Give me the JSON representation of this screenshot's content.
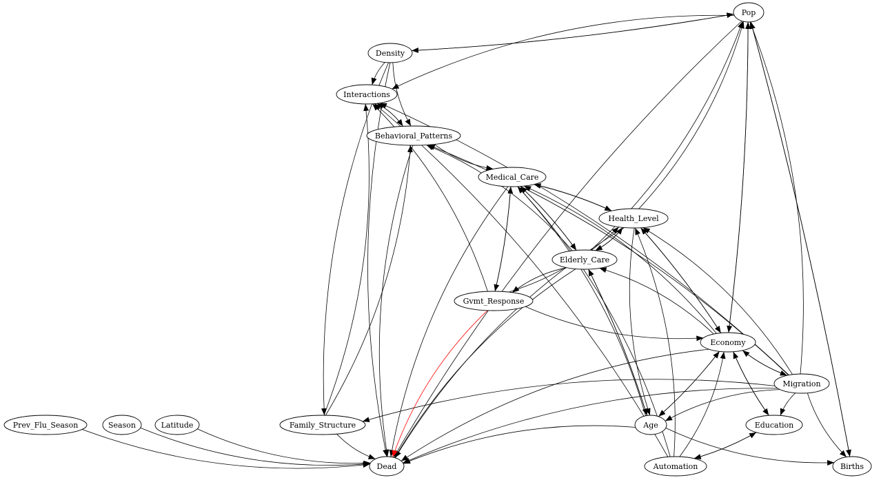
{
  "nodes": {
    "Pop": "Pop",
    "Density": "Density",
    "Interactions": "Interactions",
    "Behavioral_Patterns": "Behavioral_Patterns",
    "Medical_Care": "Medical_Care",
    "Health_Level": "Health_Level",
    "Elderly_Care": "Elderly_Care",
    "Gvmt_Response": "Gvmt_Response",
    "Economy": "Economy",
    "Migration": "Migration",
    "Age": "Age",
    "Education": "Education",
    "Family_Structure": "Family_Structure",
    "Prev_Flu_Season": "Prev_Flu_Season",
    "Season": "Season",
    "Latitude": "Latitude",
    "Dead": "Dead",
    "Automation": "Automation",
    "Births": "Births"
  },
  "highlight_color": "#ff0000",
  "edges": [
    [
      "Pop",
      "Density"
    ],
    [
      "Density",
      "Pop"
    ],
    [
      "Pop",
      "Interactions"
    ],
    [
      "Pop",
      "Dead"
    ],
    [
      "Pop",
      "Economy"
    ],
    [
      "Economy",
      "Pop"
    ],
    [
      "Pop",
      "Births"
    ],
    [
      "Births",
      "Pop"
    ],
    [
      "Density",
      "Interactions"
    ],
    [
      "Density",
      "Behavioral_Patterns"
    ],
    [
      "Density",
      "Dead"
    ],
    [
      "Density",
      "Family_Structure"
    ],
    [
      "Interactions",
      "Behavioral_Patterns"
    ],
    [
      "Behavioral_Patterns",
      "Interactions"
    ],
    [
      "Behavioral_Patterns",
      "Medical_Care"
    ],
    [
      "Behavioral_Patterns",
      "Dead"
    ],
    [
      "Medical_Care",
      "Health_Level"
    ],
    [
      "Health_Level",
      "Medical_Care"
    ],
    [
      "Medical_Care",
      "Elderly_Care"
    ],
    [
      "Elderly_Care",
      "Medical_Care"
    ],
    [
      "Medical_Care",
      "Gvmt_Response"
    ],
    [
      "Gvmt_Response",
      "Medical_Care"
    ],
    [
      "Medical_Care",
      "Dead"
    ],
    [
      "Health_Level",
      "Pop"
    ],
    [
      "Health_Level",
      "Elderly_Care"
    ],
    [
      "Elderly_Care",
      "Health_Level"
    ],
    [
      "Health_Level",
      "Age"
    ],
    [
      "Health_Level",
      "Economy"
    ],
    [
      "Economy",
      "Health_Level"
    ],
    [
      "Health_Level",
      "Dead"
    ],
    [
      "Elderly_Care",
      "Pop"
    ],
    [
      "Elderly_Care",
      "Gvmt_Response"
    ],
    [
      "Elderly_Care",
      "Behavioral_Patterns"
    ],
    [
      "Elderly_Care",
      "Age"
    ],
    [
      "Age",
      "Elderly_Care"
    ],
    [
      "Elderly_Care",
      "Dead"
    ],
    [
      "Gvmt_Response",
      "Interactions"
    ],
    [
      "Gvmt_Response",
      "Health_Level"
    ],
    [
      "Gvmt_Response",
      "Economy"
    ],
    [
      "Gvmt_Response",
      "Dead"
    ],
    [
      "Economy",
      "Medical_Care"
    ],
    [
      "Economy",
      "Elderly_Care"
    ],
    [
      "Economy",
      "Migration"
    ],
    [
      "Migration",
      "Economy"
    ],
    [
      "Economy",
      "Age"
    ],
    [
      "Age",
      "Economy"
    ],
    [
      "Economy",
      "Education"
    ],
    [
      "Education",
      "Economy"
    ],
    [
      "Economy",
      "Dead"
    ],
    [
      "Migration",
      "Pop"
    ],
    [
      "Migration",
      "Interactions"
    ],
    [
      "Migration",
      "Behavioral_Patterns"
    ],
    [
      "Migration",
      "Health_Level"
    ],
    [
      "Migration",
      "Family_Structure"
    ],
    [
      "Migration",
      "Age"
    ],
    [
      "Migration",
      "Education"
    ],
    [
      "Migration",
      "Births"
    ],
    [
      "Migration",
      "Dead"
    ],
    [
      "Age",
      "Medical_Care"
    ],
    [
      "Age",
      "Dead"
    ],
    [
      "Age",
      "Births"
    ],
    [
      "Education",
      "Automation"
    ],
    [
      "Automation",
      "Education"
    ],
    [
      "Automation",
      "Interactions"
    ],
    [
      "Automation",
      "Medical_Care"
    ],
    [
      "Automation",
      "Health_Level"
    ],
    [
      "Automation",
      "Economy"
    ],
    [
      "Family_Structure",
      "Interactions"
    ],
    [
      "Family_Structure",
      "Behavioral_Patterns"
    ],
    [
      "Family_Structure",
      "Dead"
    ],
    [
      "Prev_Flu_Season",
      "Dead"
    ],
    [
      "Season",
      "Dead"
    ],
    [
      "Latitude",
      "Dead"
    ]
  ]
}
